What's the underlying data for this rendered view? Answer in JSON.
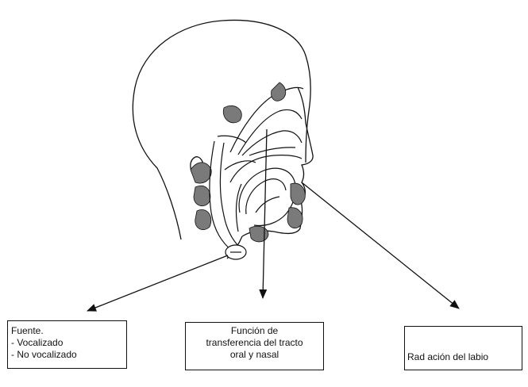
{
  "boxes": {
    "source": {
      "title": "Fuente.",
      "items": [
        "- Vocalizado",
        "- No vocalizado"
      ]
    },
    "transfer": {
      "lines": [
        "Función de",
        "transferencia del tracto",
        "oral y nasal"
      ]
    },
    "radiation": {
      "label": "Rad ación del labio"
    }
  },
  "colors": {
    "stroke": "#111111",
    "tissue": "#7a7a7a",
    "background": "#ffffff"
  }
}
